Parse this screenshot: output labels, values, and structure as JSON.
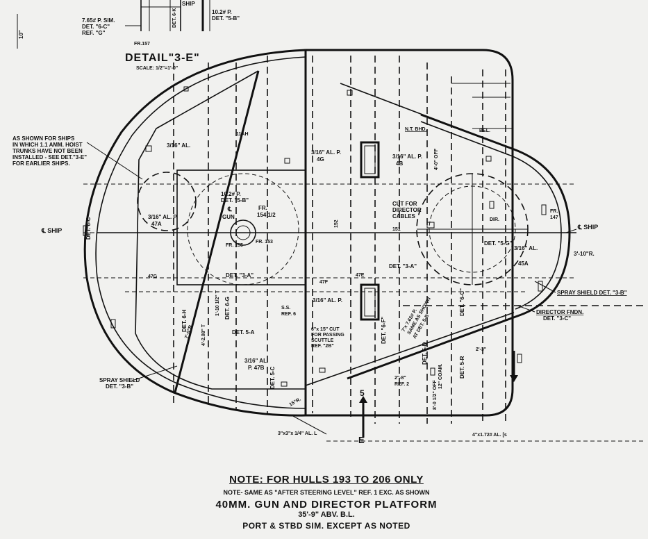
{
  "detail": {
    "title": "DETAIL\"3-E\"",
    "scale": "SCALE: 1/2\"=1'-0\"",
    "labels": [
      "7.65# P. SIM.",
      "DET. \"6-C\"",
      "REF. \"G\"",
      "10.2# P.",
      "DET. \"5-B\"",
      "FR.157",
      "DET. 6-K",
      "SHIP",
      "10\""
    ]
  },
  "side_notes": {
    "hoist_note": [
      "AS SHOWN FOR SHIPS",
      "IN WHICH 1.1 AMM. HOIST",
      "TRUNKS HAVE NOT BEEN",
      "INSTALLED - SEE DET.\"3-E\"",
      "FOR EARLIER SHIPS."
    ],
    "ship_left": "℄ SHIP",
    "ship_right": "℄ SHIP",
    "spray_left": [
      "SPRAY SHIELD",
      "DET. \"3-B\""
    ],
    "spray_right": "SPRAY SHIELD DET. \"3-B\"",
    "director_fndn": [
      "DIRECTOR FNDN.",
      "DET. \"3-C\""
    ],
    "radius_right": "3'-10\"R.",
    "angle_bottom": "3\"x3\"x 1/4\" AL. L",
    "angle_bottom_right": "4\"x1.72# AL. [s",
    "section_mark_e": "E"
  },
  "plan_labels": {
    "gun": [
      "10.2# P.",
      "DET. \"5-B\"",
      "FR.",
      "154 1/2",
      "℄",
      "GUN"
    ],
    "plates": [
      "3/16\" AL.",
      "3/16\" AL. P.",
      "47A",
      "3/16\" AL. P.",
      "4G",
      "3/16\" AL. P.",
      "4B",
      "3/16\" AL.",
      "P. 47B",
      "3/16\" AL. P.",
      "3/16\" AL.",
      "45A"
    ],
    "cut_director": [
      "CUT FOR",
      "DIRECTOR",
      "CABLES"
    ],
    "cut_scuttle": [
      "6\"x 15\" CUT",
      "FOR PASSING",
      "SCUTTLE",
      "REF. \"2B\""
    ],
    "det_tags": [
      "DET. \"3-A\"",
      "DET. \"3-A\"",
      "DET. 5-A",
      "DET. 6-H",
      "DET. 6-G",
      "DET. \"6-F\"",
      "DET. \"6-C\"",
      "DET. 5-D",
      "DET. \"5-G\"",
      "DET. 5-R",
      "DET. 6-C",
      "DET. 5-C"
    ],
    "misc": [
      "11AH",
      "N.T. BHD.",
      "BEL.",
      "DIR.",
      "FR.",
      "147",
      "SAME AS SHOWN",
      "AT DET. 5-B",
      "7'x 7.65# P.",
      "12\" COAM.",
      "7'-0\"R.",
      "15\"R.",
      "4'-2.08\" T",
      "1'-10 1/2\" T",
      "2\"-8\"",
      "2'-3\"",
      "REF. 2",
      "5",
      "S.S.",
      "REF. 6",
      "8'-0 1/2\" OFF",
      "4'-0\" OFF",
      "47E",
      "47F",
      "47G",
      "152",
      "151",
      "FR. 153",
      "FR. 155"
    ]
  },
  "notes": {
    "main": "NOTE: FOR HULLS 193 TO 206 ONLY",
    "sub": "NOTE- SAME AS \"AFTER STEERING LEVEL\" REF. 1      EXC. AS SHOWN",
    "title": "40MM. GUN AND DIRECTOR PLATFORM",
    "elevation": "35'-9\" ABV. B.L.",
    "port_stbd": "PORT & STBD SIM. EXCEPT AS NOTED"
  },
  "colors": {
    "ink": "#111111",
    "paper": "#f1f1ef"
  }
}
